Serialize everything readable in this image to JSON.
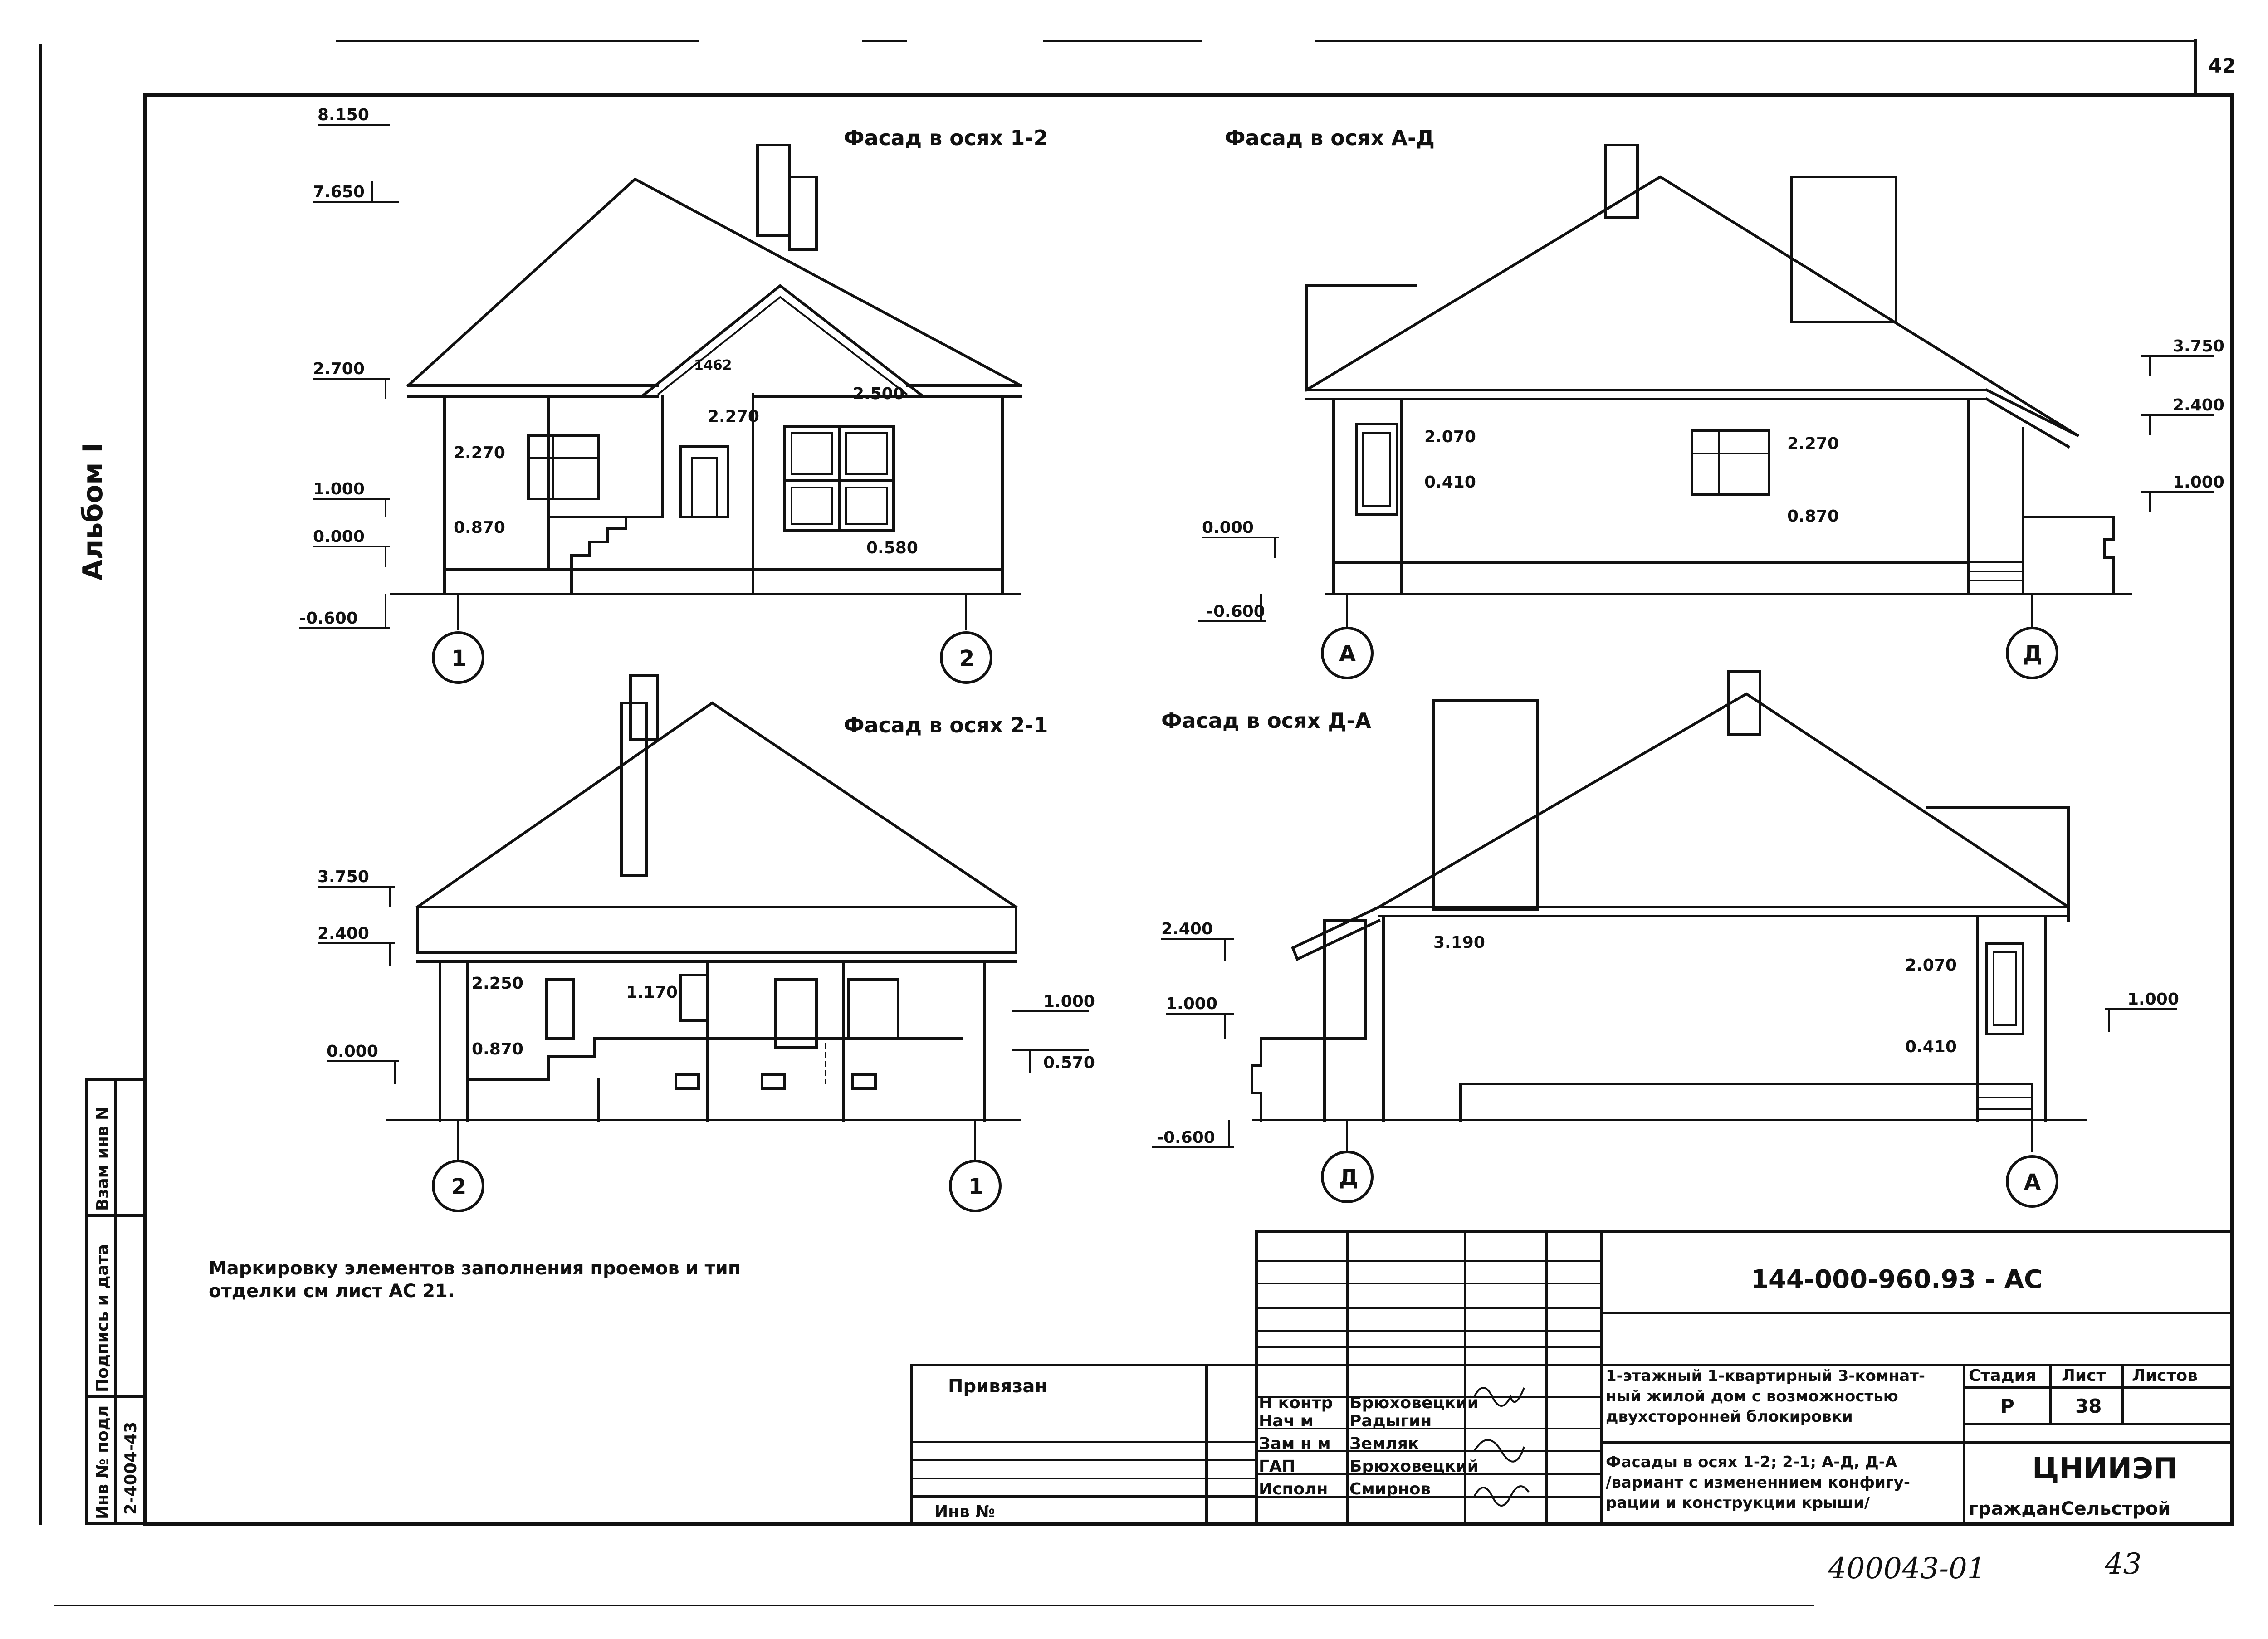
{
  "page_number": "42",
  "album_label": "Альбом I",
  "facades": [
    {
      "title": "Фасад в осях 1-2",
      "axes": [
        "1",
        "2"
      ],
      "levels": [
        "8.150",
        "7.650",
        "2.700",
        "1.000",
        "0.000",
        "-0.600",
        "2.270",
        "0.870",
        "2.270",
        "2.500",
        "0.580"
      ]
    },
    {
      "title": "Фасад в осях А-Д",
      "axes": [
        "А",
        "Д"
      ],
      "levels": [
        "0.000",
        "-0.600",
        "2.070",
        "0.410",
        "2.270",
        "0.870",
        "3.750",
        "2.400",
        "1.000"
      ]
    },
    {
      "title": "Фасад в осях 2-1",
      "axes": [
        "2",
        "1"
      ],
      "levels": [
        "3.750",
        "2.400",
        "0.000",
        "2.250",
        "0.870",
        "1.170",
        "1.000",
        "0.570"
      ]
    },
    {
      "title": "Фасад в осях Д-А",
      "axes": [
        "Д",
        "А"
      ],
      "levels": [
        "2.400",
        "1.000",
        "-0.600",
        "3.190",
        "2.070",
        "0.410",
        "1.000"
      ]
    }
  ],
  "note_line1": "Маркировку элементов заполнения проемов и тип",
  "note_line2": "отделки см лист АС 21.",
  "side_stamp": {
    "inv_podl": "Инв № подл",
    "podpis": "Подпись и дата",
    "vzam": "Взам инв N",
    "inv_value": "2-4004-43"
  },
  "stamp": {
    "doc_code": "144-000-960.93  - АС",
    "privyazan": "Привязан",
    "inv_no": "Инв №",
    "roles": [
      {
        "role": "Н контр",
        "name": "Брюховецкий"
      },
      {
        "role": "Нач м",
        "name": "Радыгин"
      },
      {
        "role": "Зам н м",
        "name": "Земляк"
      },
      {
        "role": "ГАП",
        "name": "Брюховецкий"
      },
      {
        "role": "Исполн",
        "name": "Смирнов"
      }
    ],
    "project_title": [
      "1-этажный 1-квартирный 3-комнат-",
      "ный жилой дом с возможностью",
      "двухсторонней блокировки"
    ],
    "sheet_title": [
      "Фасады в осях 1-2; 2-1; А-Д, Д-А",
      "/вариант с измененнием конфигу-",
      "рации и конструкции крыши/"
    ],
    "stage_label": "Стадия",
    "sheet_label": "Лист",
    "sheets_label": "Листов",
    "stage_value": "Р",
    "sheet_value": "38",
    "org_name": "ЦНИИЭП",
    "org_sub": "гражданСельстрой"
  },
  "footer_handwritten": "400043-01",
  "footer_page": "43"
}
